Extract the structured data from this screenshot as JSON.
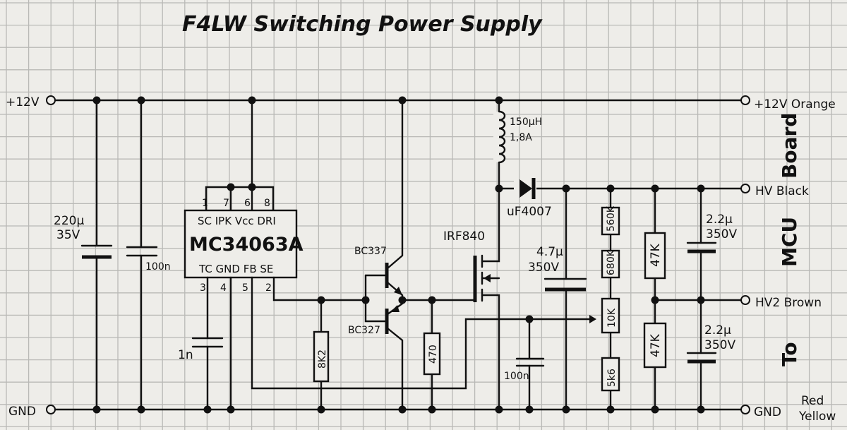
{
  "title": "F4LW Switching Power Supply",
  "inputs": {
    "plus12v": "+12V",
    "gnd": "GND"
  },
  "outputs": {
    "plus12v": "+12V Orange",
    "hv": "HV  Black",
    "hv2": "HV2  Brown",
    "gnd": "GND",
    "gnd_colors_1": "Red",
    "gnd_colors_2": "Yellow"
  },
  "side_label": "To  MCU  Board",
  "ic": {
    "name": "MC34063A",
    "top_pins": "SC  IPK Vcc  DRI",
    "bottom_pins": "TC  GND  FB  SE",
    "pin_numbers_top": [
      "1",
      "7",
      "6",
      "8"
    ],
    "pin_numbers_bottom": [
      "3",
      "4",
      "5",
      "2"
    ]
  },
  "components": {
    "c_in_bulk": [
      "220µ",
      "35V"
    ],
    "c_in_ceramic": "100n",
    "c_timing": "1n",
    "r_base": "8K2",
    "q_npn": "BC337",
    "q_pnp": "BC327",
    "r_gate": "470",
    "mosfet": "IRF840",
    "inductor": [
      "150µH",
      "1,8A"
    ],
    "diode": "uF4007",
    "c_out": [
      "4.7µ",
      "350V"
    ],
    "c_fb": "100n",
    "r_div": [
      "560K",
      "680K",
      "10K",
      "5k6"
    ],
    "r_bal": [
      "47K",
      "47K"
    ],
    "c_split_top": [
      "2.2µ",
      "350V"
    ],
    "c_split_bot": [
      "2.2µ",
      "350V"
    ]
  }
}
